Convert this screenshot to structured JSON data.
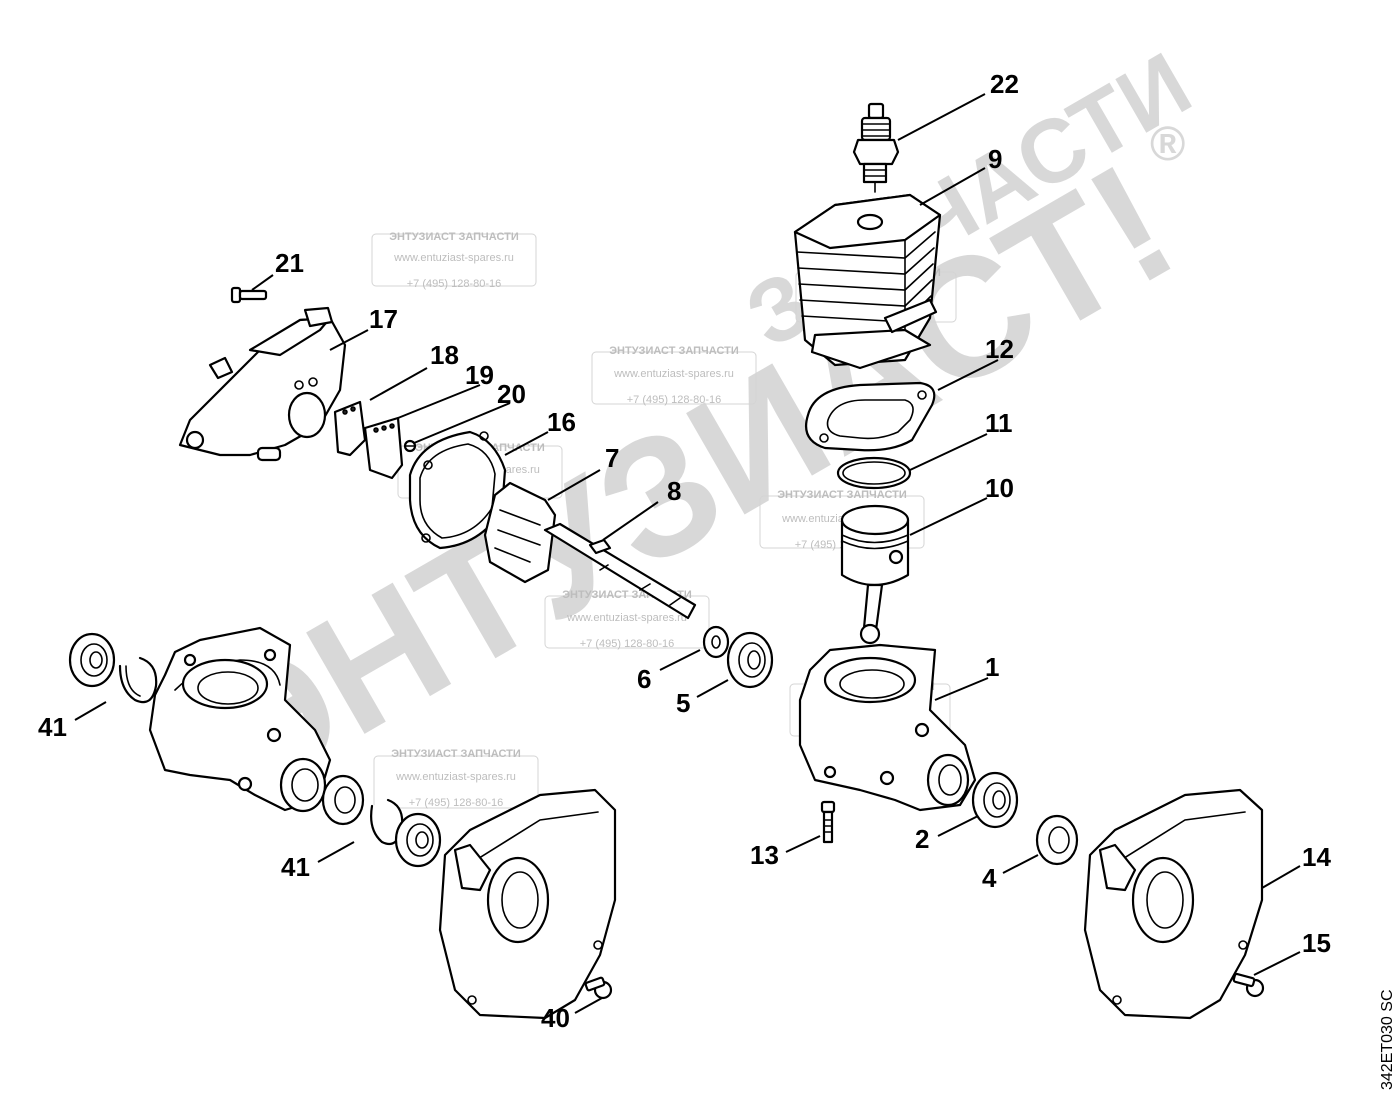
{
  "watermark": {
    "brand_big": "ЭНТУЗИАСТ!",
    "brand_sub": "ЗАПЧАСТИ",
    "registered": "®",
    "stamp_title": "ЭНТУЗИАСТ ЗАПЧАСТИ",
    "stamp_url": "www.entuziast-spares.ru",
    "stamp_phone": "+7 (495) 128-80-16"
  },
  "diagram_code": "342ET030 SC",
  "callouts": {
    "c1": "1",
    "c2": "2",
    "c4": "4",
    "c5": "5",
    "c6": "6",
    "c7": "7",
    "c8": "8",
    "c9": "9",
    "c10": "10",
    "c11": "11",
    "c12": "12",
    "c13": "13",
    "c14": "14",
    "c15": "15",
    "c16": "16",
    "c17": "17",
    "c18": "18",
    "c19": "19",
    "c20": "20",
    "c21": "21",
    "c22": "22",
    "c40": "40",
    "c41a": "41",
    "c41b": "41"
  },
  "colors": {
    "line": "#000000",
    "watermark": "#b9b9b9",
    "background": "#ffffff"
  }
}
